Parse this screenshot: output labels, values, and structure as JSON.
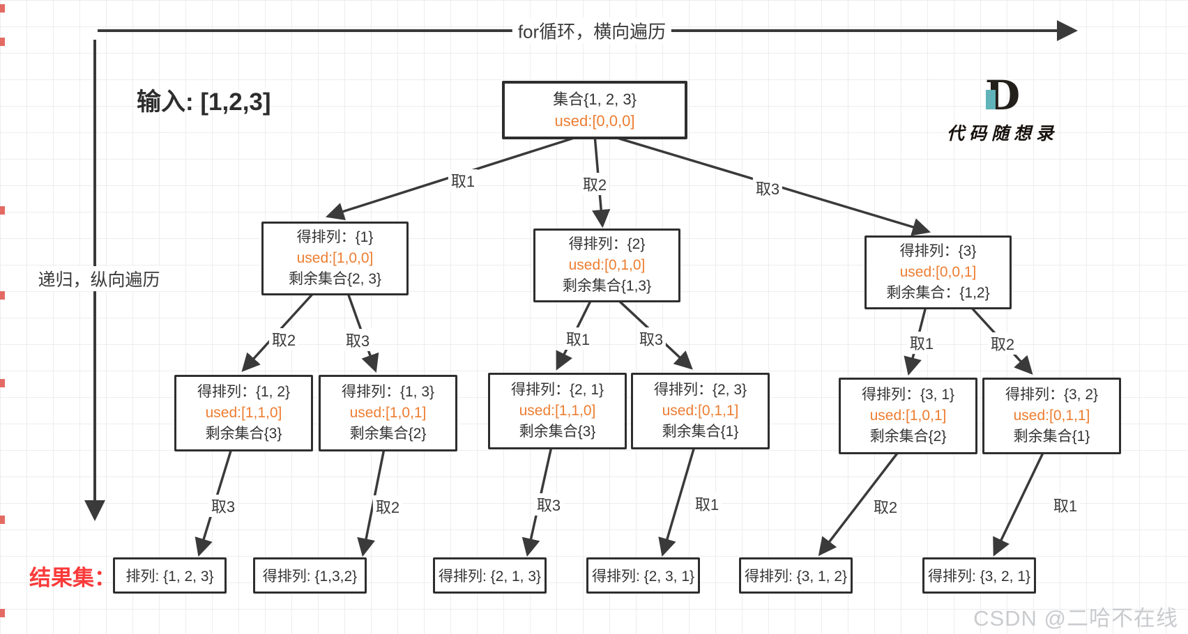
{
  "labels": {
    "top_arrow": "for循环，横向遍历",
    "left_arrow": "递归，纵向遍历",
    "input": "输入: [1,2,3]",
    "result_set": "结果集：",
    "watermark": "CSDN @二哈不在线"
  },
  "logo": {
    "glyph": "D",
    "name": "代码随想录"
  },
  "colors": {
    "used_orange": "#ED7D31",
    "result_red": "#FA3A3A",
    "arrow_dark": "#3A3A3A",
    "logo_teal": "#5FB3B9"
  },
  "tree": {
    "root": {
      "title": "集合{1, 2, 3}",
      "used": "used:[0,0,0]"
    },
    "root_edges": [
      "取1",
      "取2",
      "取3"
    ],
    "level2": [
      {
        "title": "得排列：{1}",
        "used": "used:[1,0,0]",
        "remain": "剩余集合{2, 3}"
      },
      {
        "title": "得排列：{2}",
        "used": "used:[0,1,0]",
        "remain": "剩余集合{1,3}"
      },
      {
        "title": "得排列：{3}",
        "used": "used:[0,0,1]",
        "remain": "剩余集合：{1,2}"
      }
    ],
    "level2_edges": [
      [
        "取2",
        "取3"
      ],
      [
        "取1",
        "取3"
      ],
      [
        "取1",
        "取2"
      ]
    ],
    "level3": [
      {
        "title": "得排列：{1, 2}",
        "used": "used:[1,1,0]",
        "remain": "剩余集合{3}"
      },
      {
        "title": "得排列：{1, 3}",
        "used": "used:[1,0,1]",
        "remain": "剩余集合{2}"
      },
      {
        "title": "得排列：{2, 1}",
        "used": "used:[1,1,0]",
        "remain": "剩余集合{3}"
      },
      {
        "title": "得排列：{2, 3}",
        "used": "used:[0,1,1]",
        "remain": "剩余集合{1}"
      },
      {
        "title": "得排列：{3, 1}",
        "used": "used:[1,0,1]",
        "remain": "剩余集合{2}"
      },
      {
        "title": "得排列：{3, 2}",
        "used": "used:[0,1,1]",
        "remain": "剩余集合{1}"
      }
    ],
    "level3_edges": [
      "取3",
      "取2",
      "取3",
      "取1",
      "取2",
      "取1"
    ],
    "results": [
      "排列: {1, 2, 3}",
      "得排列: {1,3,2}",
      "得排列: {2, 1, 3}",
      "得排列: {2, 3, 1}",
      "得排列: {3, 1, 2}",
      "得排列: {3, 2, 1}"
    ]
  }
}
